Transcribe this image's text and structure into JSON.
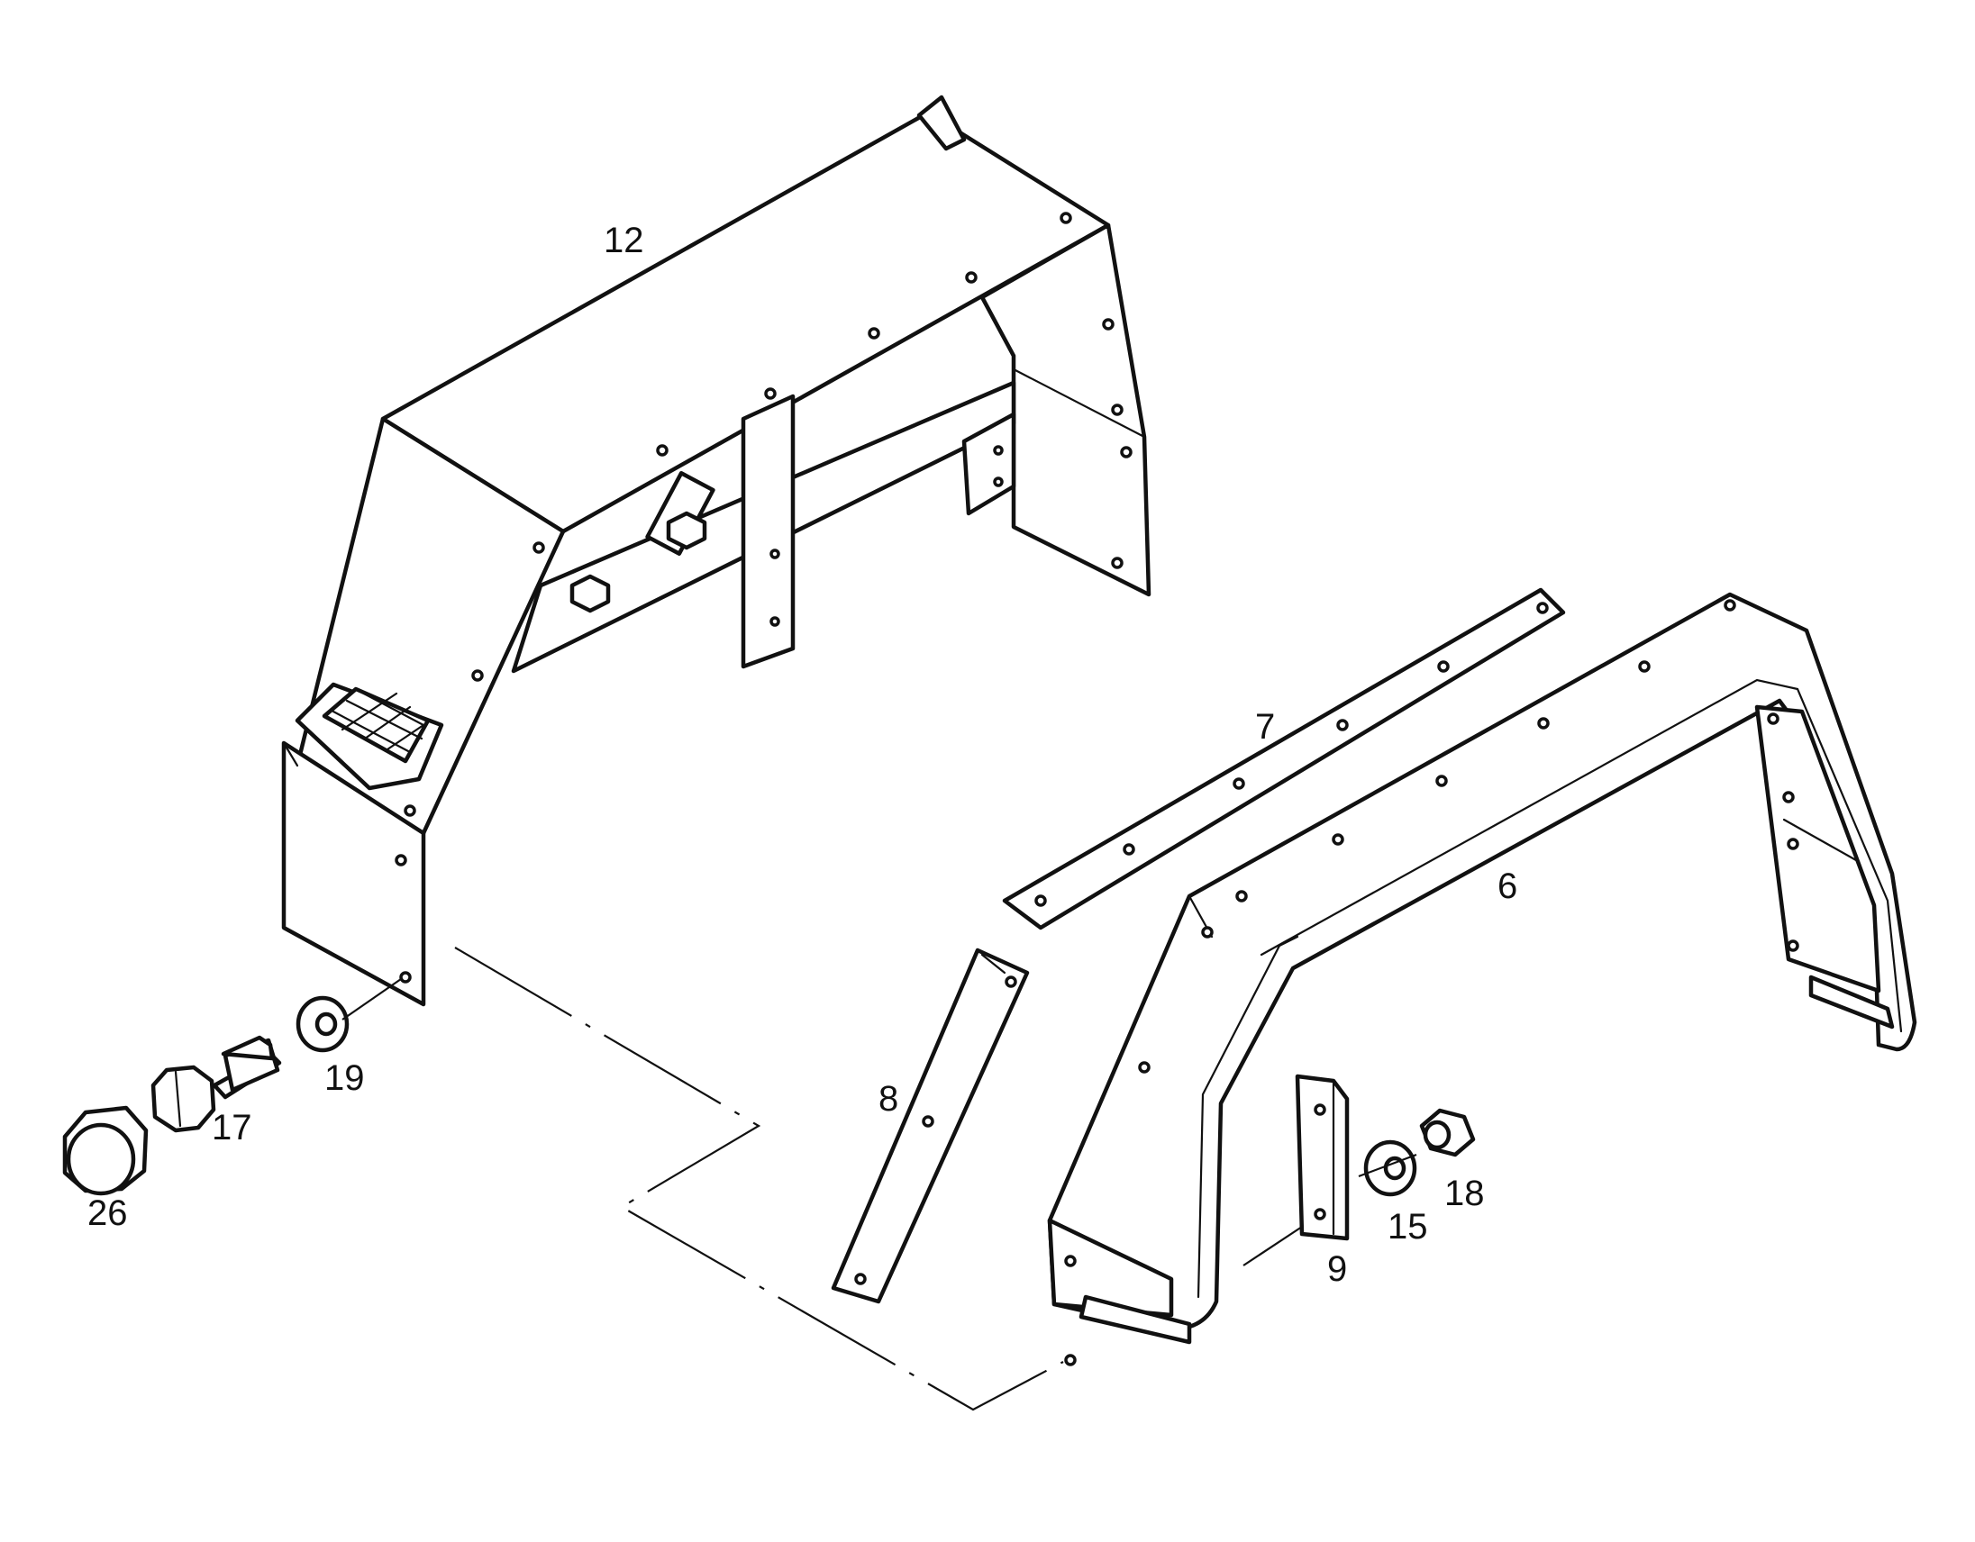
{
  "callouts": {
    "p12": "12",
    "p7": "7",
    "p6": "6",
    "p8": "8",
    "p9": "9",
    "p15": "15",
    "p18": "18",
    "p17": "17",
    "p19": "19",
    "p26": "26"
  },
  "colors": {
    "line": "#111111",
    "paper": "#ffffff"
  }
}
